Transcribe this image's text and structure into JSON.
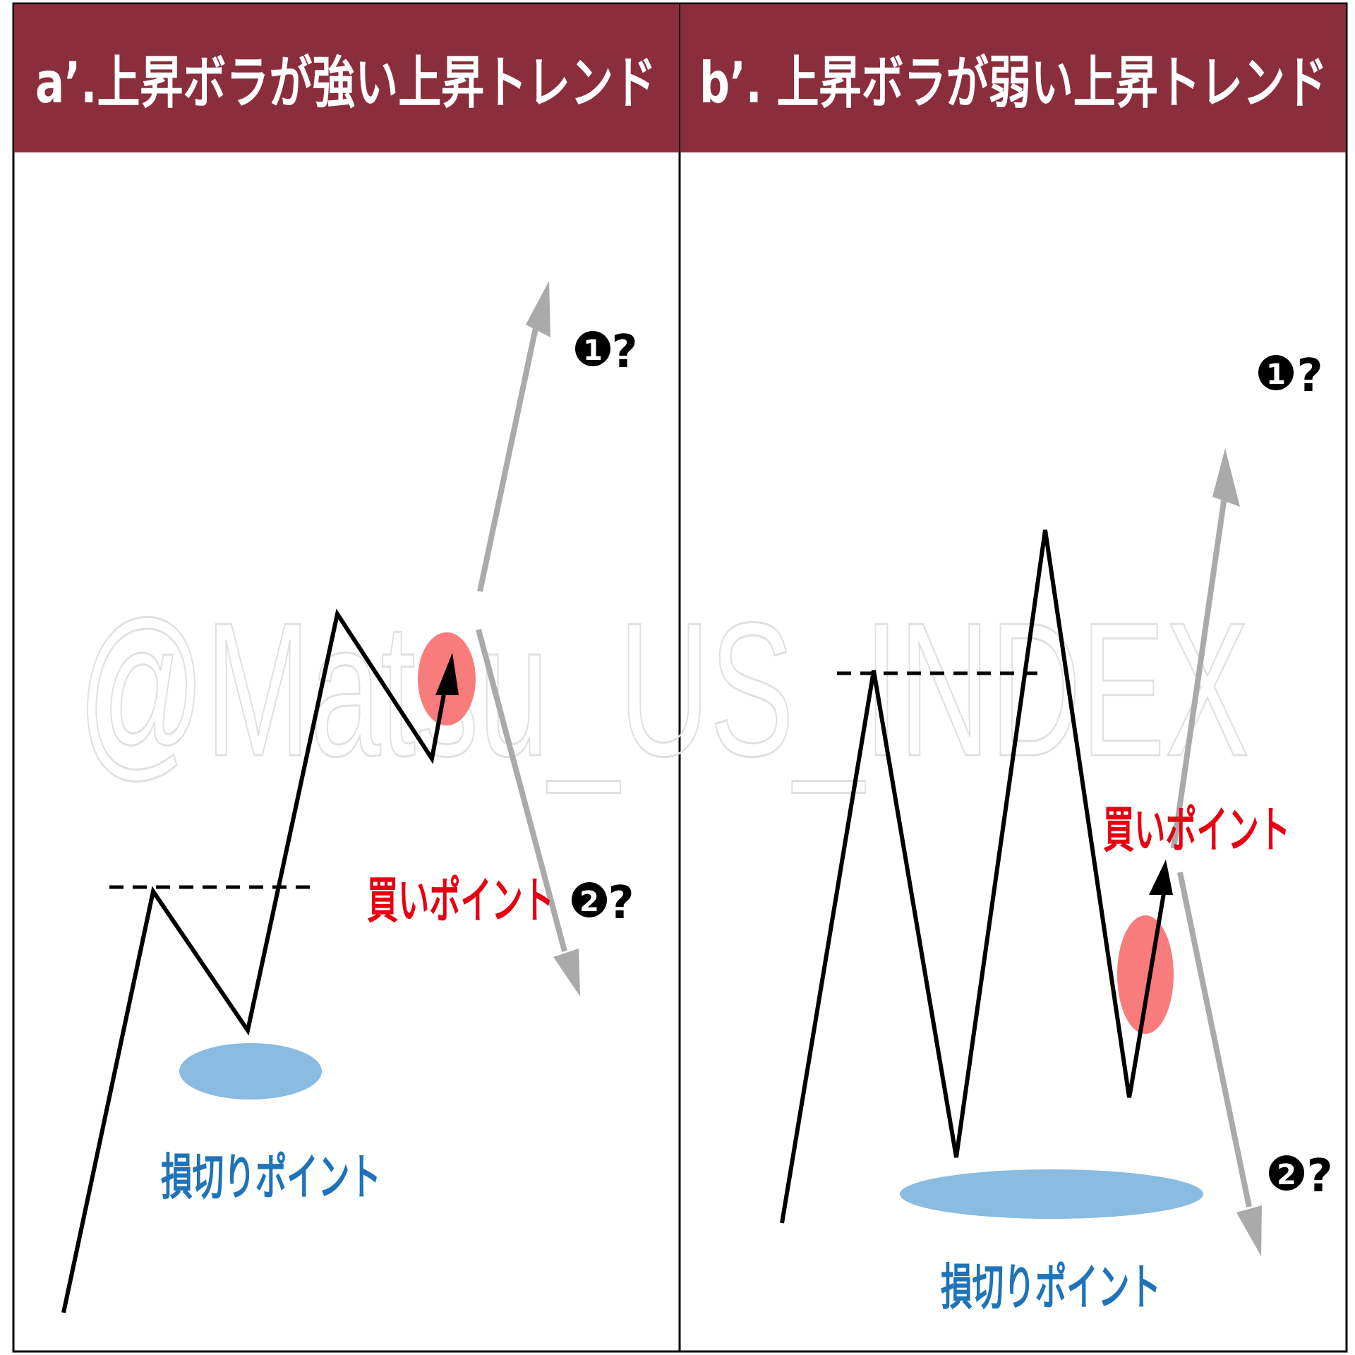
{
  "colors": {
    "header_bg": "#8b2e3c",
    "header_text": "#ffffff",
    "price_line": "#000000",
    "scenario_arrow": "#aaaaaa",
    "buy_label": "#e60012",
    "buy_marker": "#f87c7c",
    "stop_label": "#1f73b7",
    "stop_marker": "#8abbe0",
    "watermark": "#eeeeee"
  },
  "watermark": "@Matsu_US_INDEX",
  "panels": [
    {
      "id": "a",
      "title": "a’.上昇ボラが強い上昇トレンド",
      "buy_label": "買いポイント",
      "stop_label": "損切りポイント",
      "scenario_1": {
        "number": "1",
        "mark": "?"
      },
      "scenario_2": {
        "number": "2",
        "mark": "?"
      }
    },
    {
      "id": "b",
      "title": "b’. 上昇ボラが弱い上昇トレンド",
      "buy_label": "買いポイント",
      "stop_label": "損切りポイント",
      "scenario_1": {
        "number": "1",
        "mark": "?"
      },
      "scenario_2": {
        "number": "2",
        "mark": "?"
      }
    }
  ]
}
